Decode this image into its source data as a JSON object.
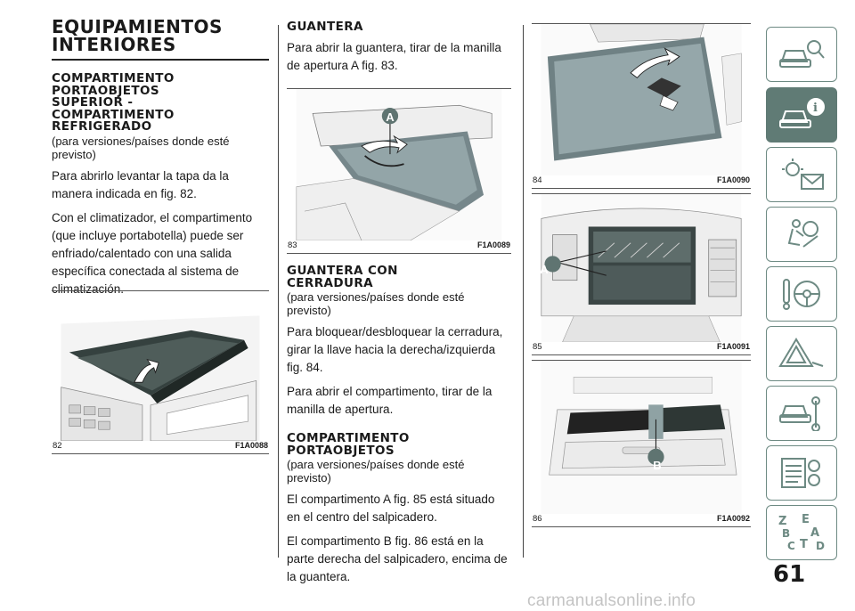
{
  "col1": {
    "heading": "EQUIPAMIENTOS INTERIORES",
    "section1": {
      "title": "COMPARTIMENTO PORTAOBJETOS SUPERIOR - COMPARTIMENTO REFRIGERADO",
      "note": "(para versiones/países donde esté previsto)",
      "p1": "Para abrirlo levantar la tapa da la manera indicada en fig. 82.",
      "p2": "Con el climatizador, el compartimento (que incluye portabotella) puede ser enfriado/calentado con una salida específica conectada al sistema de climatización."
    },
    "figure82": {
      "number": "82",
      "code": "F1A0088"
    }
  },
  "col2": {
    "section2": {
      "title": "GUANTERA",
      "p1": "Para abrir la guantera, tirar de la manilla de apertura A fig. 83."
    },
    "figure83": {
      "number": "83",
      "code": "F1A0089",
      "label": "A"
    },
    "section3": {
      "title": "GUANTERA CON CERRADURA",
      "note": "(para versiones/países donde esté previsto)",
      "p1": "Para bloquear/desbloquear la cerradura, girar la llave hacia la derecha/izquierda fig. 84.",
      "p2": "Para abrir el compartimento, tirar de la manilla de apertura."
    },
    "section4": {
      "title": "COMPARTIMENTO PORTAOBJETOS",
      "note": "(para versiones/países donde esté previsto)",
      "p1": "El compartimento A fig. 85 está situado en el centro del salpicadero.",
      "p2": "El compartimento B fig. 86 está en la parte derecha del salpicadero, encima de la guantera."
    }
  },
  "col3": {
    "figure84": {
      "number": "84",
      "code": "F1A0090"
    },
    "figure85": {
      "number": "85",
      "code": "F1A0091",
      "label": "A"
    },
    "figure86": {
      "number": "86",
      "code": "F1A0092",
      "label": "B"
    }
  },
  "sidebar": {
    "tabs": [
      {
        "icon": "car-search-icon",
        "active": false
      },
      {
        "icon": "car-info-icon",
        "active": true
      },
      {
        "icon": "warning-light-icon",
        "active": false
      },
      {
        "icon": "airbag-passenger-icon",
        "active": false
      },
      {
        "icon": "steering-wheel-icon",
        "active": false
      },
      {
        "icon": "warning-triangle-icon",
        "active": false
      },
      {
        "icon": "car-service-icon",
        "active": false
      },
      {
        "icon": "specifications-icon",
        "active": false
      },
      {
        "icon": "alphabetical-index-icon",
        "active": false
      }
    ],
    "index_letters": "ZEBACTD"
  },
  "page_number": "61",
  "watermark": "carmanualsonline.info",
  "colors": {
    "accent": "#607b75",
    "tab_border": "#6d8a83",
    "text": "#1a1a1a"
  }
}
